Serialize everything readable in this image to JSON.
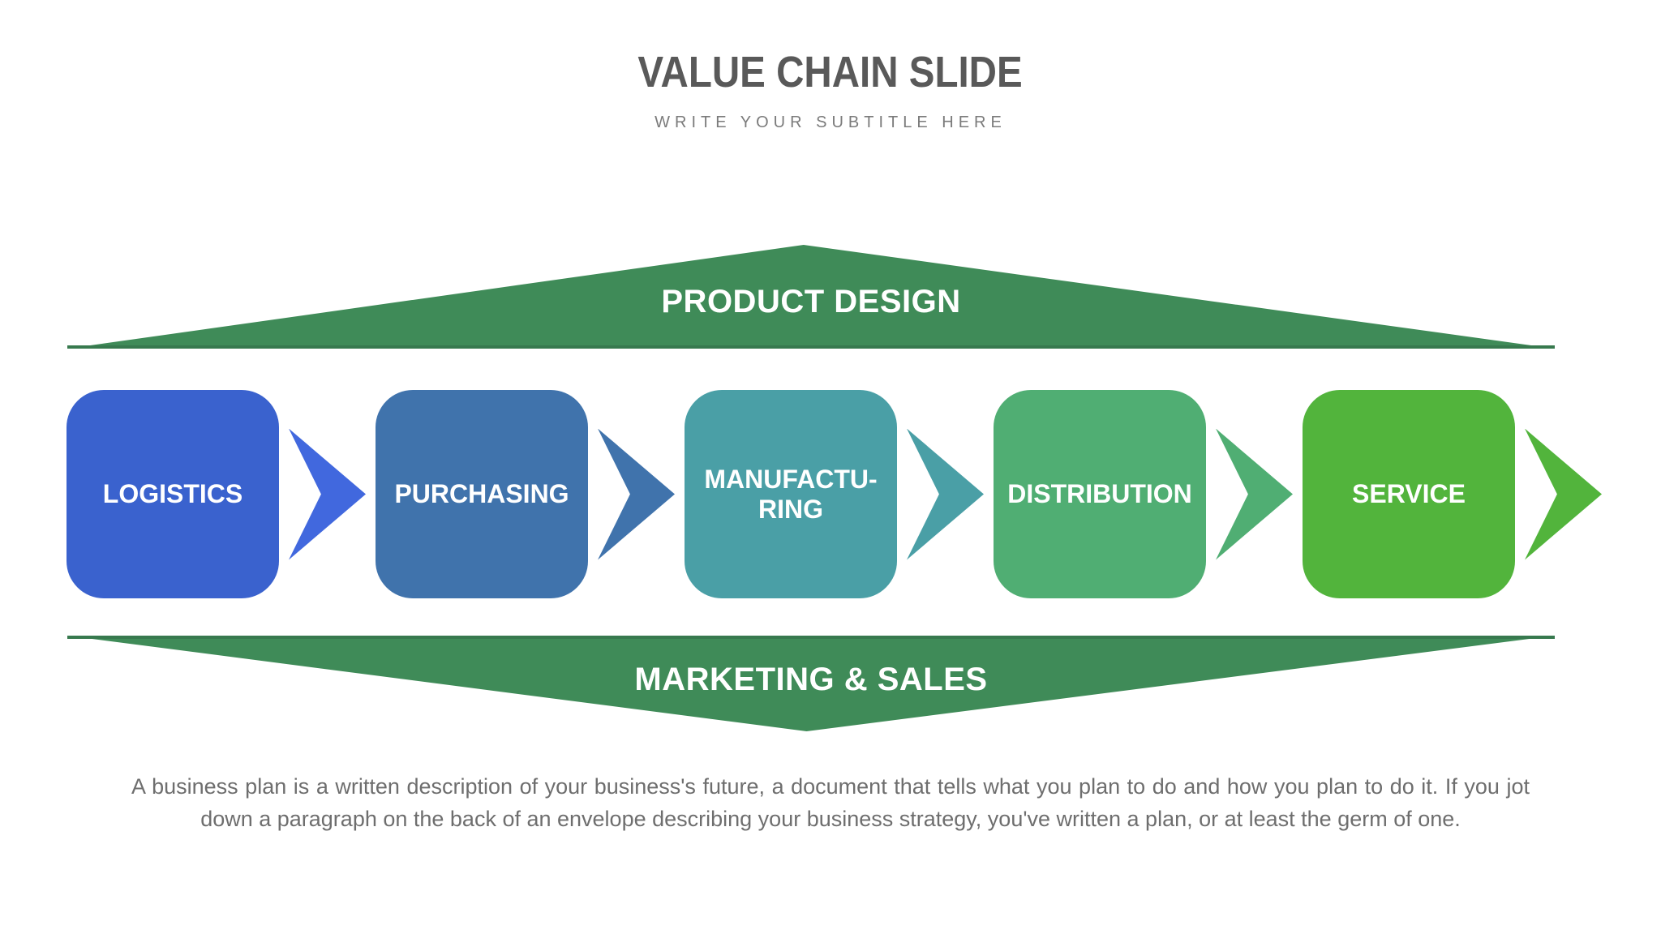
{
  "header": {
    "title": "VALUE CHAIN SLIDE",
    "subtitle": "WRITE YOUR SUBTITLE HERE"
  },
  "banners": {
    "top": {
      "label": "PRODUCT DESIGN",
      "color": "#3F8B58",
      "edge_color": "#37794E"
    },
    "bottom": {
      "label": "MARKETING & SALES",
      "color": "#3F8B58",
      "edge_color": "#37794E"
    }
  },
  "stages": [
    {
      "label": "LOGISTICS",
      "color": "#3A62CE",
      "arrow_color": "#4168DE"
    },
    {
      "label": "PURCHASING",
      "color": "#4073AC",
      "arrow_color": "#4073AC"
    },
    {
      "label": "MANUFACTU-RING",
      "color": "#4A9FA6",
      "arrow_color": "#4A9FA6"
    },
    {
      "label": "DISTRIBUTION",
      "color": "#50AE73",
      "arrow_color": "#50AE73"
    },
    {
      "label": "SERVICE",
      "color": "#52B43C",
      "arrow_color": "#52B43C"
    }
  ],
  "description": {
    "text": "A business plan is a written description of your business's future, a document that tells what you plan to do and how you plan to do it. If you jot down a paragraph on the back of an envelope describing your business strategy, you've written a plan, or at least the germ of one."
  }
}
